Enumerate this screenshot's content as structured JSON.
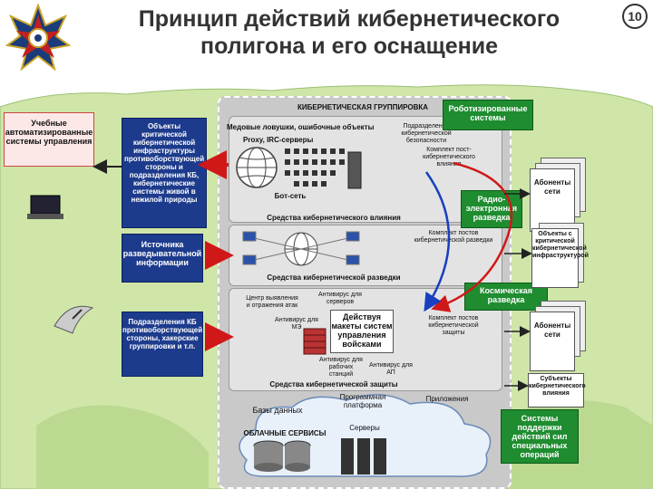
{
  "title": {
    "line1": "Принцип действий кибернетического",
    "line2": "полигона и его оснащение"
  },
  "page_number": "10",
  "left": {
    "training_acs": "Учебные автоматизированные системы управления",
    "infrastructure": "Объекты критической кибернетической инфраструктуры противоборствующей стороны и подразделения КБ, кибернетические системы живой в нежилой природы",
    "intel_sources": "Источника разведывательной информации",
    "adversary_units": "Подразделения КБ противоборствующей стороны, хакерские группировки и т.п."
  },
  "center": {
    "group_header": "КИБЕРНЕТИЧЕСКАЯ ГРУППИРОВКА",
    "honeypots": "Медовые ловушки, ошибочные объекты",
    "proxy": "Proxy, IRC-серверы",
    "botnet": "Бот-сеть",
    "cyber_security_unit": "Подразделение кибернетической безопасности",
    "influence_complex": "Комплект пост-кибернетического влияния",
    "influence_means": "Средства кибернетического влияния",
    "recon_complex": "Комплект постов кибернетической разведки",
    "recon_means": "Средства кибернетической разведки",
    "monitoring_center": "Центр выявления и отражения атак",
    "antivirus_endpoints": "Антивирус для серверов",
    "antivirus_mail": "Антивирус для МЭ",
    "action_models": "Действуя макеты систем управления войсками",
    "defense_complex": "Комплект постов кибернетической защиты",
    "antivirus_ws": "Антивирус для рабочих станций",
    "antivirus_ap": "Антивирус для АП",
    "defense_means": "Средства кибернетической защиты",
    "databases": "Базы данных",
    "software_platform": "Программная платформа",
    "applications": "Приложения",
    "servers": "Серверы",
    "cloud_services": "ОБЛАЧНЫЕ СЕРВИСЫ"
  },
  "right": {
    "robotic": "Роботизированные системы",
    "radio_recon": "Радио-электронная разведка",
    "subscribers1": "Абоненты сети",
    "critical_objects": "Объекты с критической кибернетической инфраструктурой",
    "space_recon": "Космическая разведка",
    "subscribers2": "Абоненты сети",
    "support_subjects": "Субъекты кибернетического влияния",
    "so_systems": "Системы поддержки действий сил специальных операций"
  },
  "colors": {
    "title": "#333333",
    "blue_box": "#1d3b8c",
    "green_box": "#1e8c2f",
    "red_arrow": "#d01818",
    "blue_arrow": "#1840c0",
    "map_bg": "#cfe6a8",
    "panel_bg": "#c9c9c9"
  }
}
